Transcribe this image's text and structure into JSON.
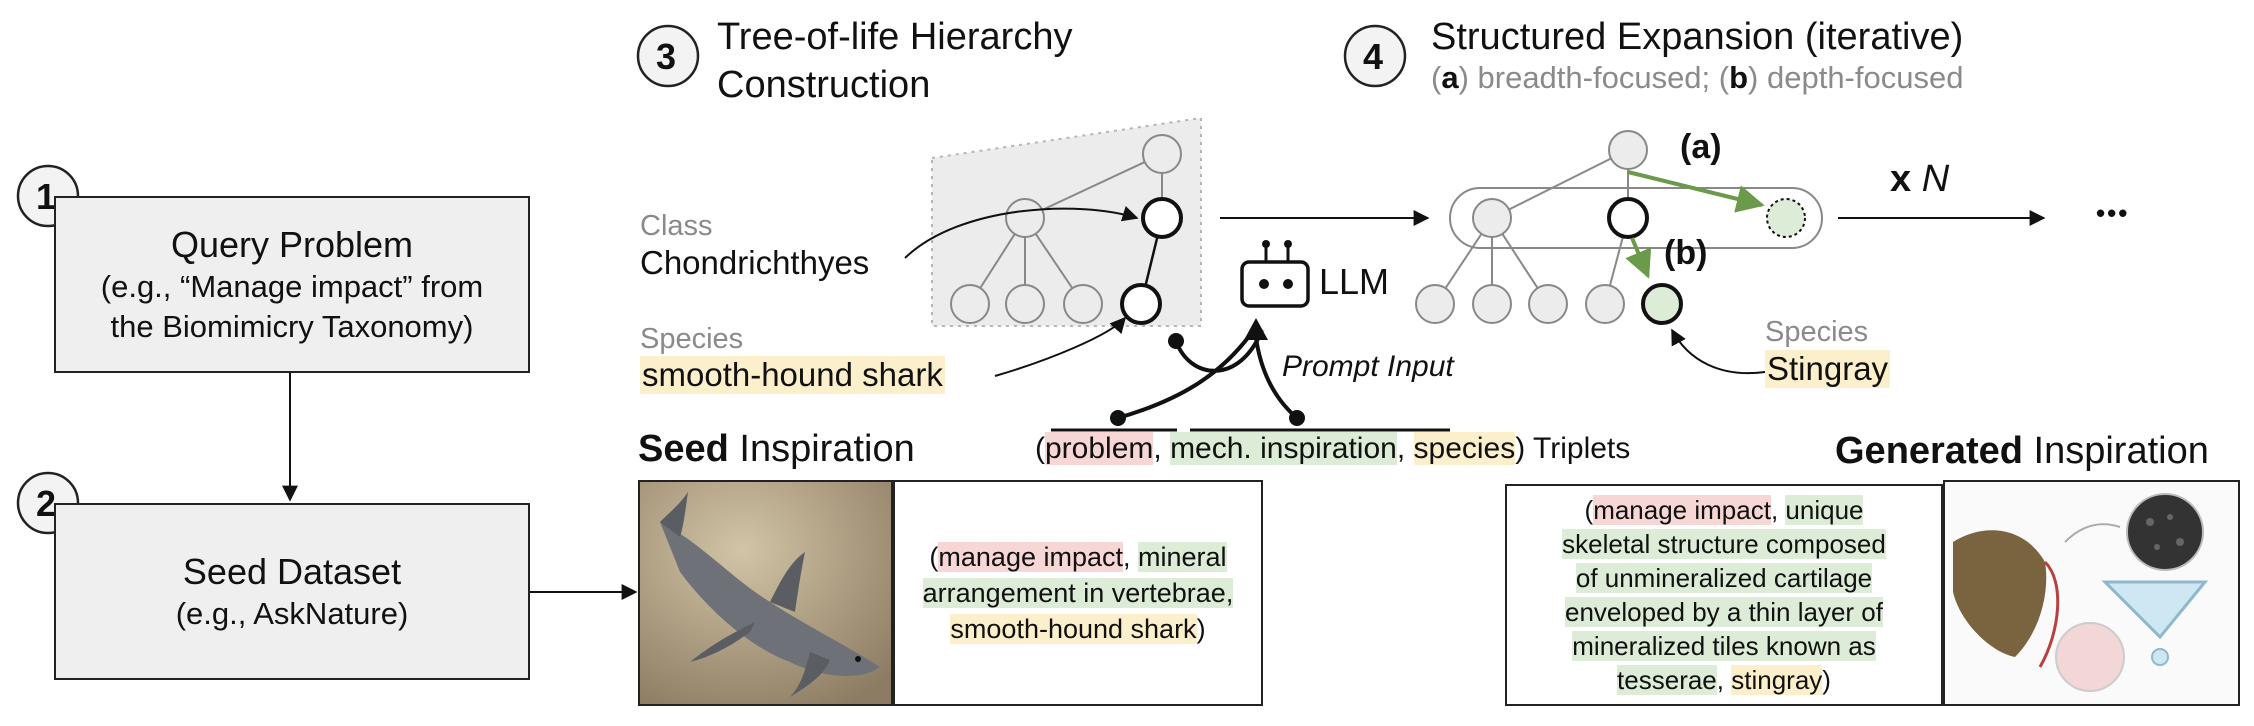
{
  "steps": {
    "step1": {
      "number": "1",
      "title": "Query Problem",
      "sub1": "(e.g., “Manage impact” from",
      "sub2": "the Biomimicry Taxonomy)"
    },
    "step2": {
      "number": "2",
      "title": "Seed Dataset",
      "sub1": "(e.g., AskNature)"
    },
    "step3": {
      "number": "3",
      "title_line1": "Tree-of-life Hierarchy",
      "title_line2": "Construction"
    },
    "step4": {
      "number": "4",
      "title": "Structured Expansion (iterative)",
      "sub_a_letter": "a",
      "sub_a_text": ") breadth-focused; (",
      "sub_b_letter": "b",
      "sub_b_text": ") depth-focused",
      "sub_open": "("
    }
  },
  "tree_left": {
    "class_label": "Class",
    "class_value": "Chondrichthyes",
    "species_label": "Species",
    "species_value": "smooth-hound shark"
  },
  "llm": {
    "label": "LLM",
    "prompt_input": "Prompt Input"
  },
  "triplets": {
    "open": "(",
    "problem": "problem",
    "comma1": ", ",
    "mechanism": "mech. inspiration",
    "comma2": ", ",
    "species": "species",
    "close": ") Triplets"
  },
  "seed": {
    "heading_bold": "Seed",
    "heading_rest": " Inspiration",
    "open": "(",
    "problem": "manage impact",
    "comma1": ", ",
    "mech1": "mineral",
    "mech2": "arrangement in vertebrae,",
    "species": "smooth-hound shark",
    "close": ")"
  },
  "expansion": {
    "label_a": "(a)",
    "label_b": "(b)",
    "times": "x",
    "times_n": "N",
    "ellipsis": "•••",
    "species_label": "Species",
    "species_value": "Stingray"
  },
  "generated": {
    "heading_bold": "Generated",
    "heading_rest": " Inspiration",
    "open": "(",
    "problem": "manage impact",
    "comma1": ", ",
    "line1_rest": "unique",
    "line2": "skeletal structure composed",
    "line3": "of unmineralized cartilage",
    "line4": "enveloped by a thin layer of",
    "line5": "mineralized tiles known as",
    "line6_a": "tesserae",
    "line6_comma": ", ",
    "species": "stingray",
    "close": ")"
  },
  "colors": {
    "red_highlight": "#f6d7d6",
    "green_highlight": "#dcecd6",
    "yellow_highlight": "#fcefcc",
    "green_node": "#6a9a4a",
    "box_fill": "#efefef",
    "tree_bg": "#ececec"
  }
}
